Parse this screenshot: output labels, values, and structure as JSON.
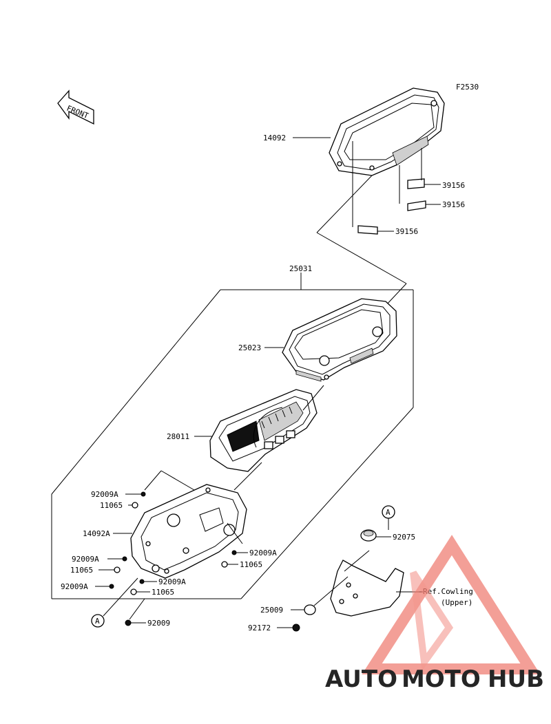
{
  "figure_code": "F2530",
  "front_label": "FRONT",
  "callouts": [
    {
      "id": "14092",
      "text": "14092"
    },
    {
      "id": "39156a",
      "text": "39156"
    },
    {
      "id": "39156b",
      "text": "39156"
    },
    {
      "id": "39156c",
      "text": "39156"
    },
    {
      "id": "25031",
      "text": "25031"
    },
    {
      "id": "25023",
      "text": "25023"
    },
    {
      "id": "28011",
      "text": "28011"
    },
    {
      "id": "92009A_1",
      "text": "92009A"
    },
    {
      "id": "11065_1",
      "text": "11065"
    },
    {
      "id": "14092A",
      "text": "14092A"
    },
    {
      "id": "92009A_2",
      "text": "92009A"
    },
    {
      "id": "11065_2",
      "text": "11065"
    },
    {
      "id": "92009A_3",
      "text": "92009A"
    },
    {
      "id": "92009A_4",
      "text": "92009A"
    },
    {
      "id": "11065_3",
      "text": "11065"
    },
    {
      "id": "92009A_5",
      "text": "92009A"
    },
    {
      "id": "11065_4",
      "text": "11065"
    },
    {
      "id": "92009",
      "text": "92009"
    },
    {
      "id": "92075",
      "text": "92075"
    },
    {
      "id": "25009",
      "text": "25009"
    },
    {
      "id": "92172",
      "text": "92172"
    }
  ],
  "ref_note": {
    "line1": "Ref.Cowling",
    "line2": "(Upper)"
  },
  "ref_markers": {
    "upper": "A",
    "lower": "A"
  },
  "watermark": {
    "part1": "AUTO",
    "part2": "MOTO",
    "part3": "HUB",
    "color1": "#f4a640",
    "color2": "#e8534f",
    "color3": "#8a8a8a"
  }
}
